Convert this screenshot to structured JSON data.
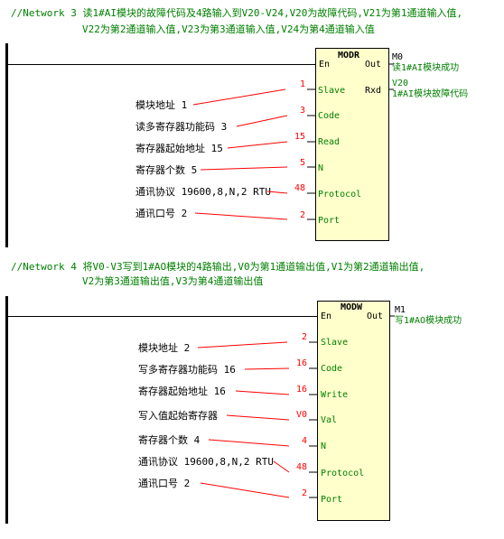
{
  "colors": {
    "comment": "#008000",
    "link": "#ff0000",
    "block_fill": "#ffffcc",
    "rail": "#000000"
  },
  "network3": {
    "comment_line1": "//Network 3   读1#AI模块的故障代码及4路输入到V20-V24,V20为故障代码,V21为第1通道输入值,",
    "comment_line2": "V22为第2通道输入值,V23为第3通道输入值,V24为第4通道输入值",
    "block_name": "MODR",
    "en": "En",
    "out": "Out",
    "rxd": "Rxd",
    "pins": [
      "Slave",
      "Code",
      "Read",
      "N",
      "Protocol",
      "Port"
    ],
    "values": [
      "1",
      "3",
      "15",
      "5",
      "48",
      "2"
    ],
    "annotations": [
      "模块地址 1",
      "读多寄存器功能码 3",
      "寄存器起始地址 15",
      "寄存器个数 5",
      "通讯协议 19600,8,N,2 RTU",
      "通讯口号 2"
    ],
    "out_addr": "M0",
    "out_desc": "读1#AI模块成功",
    "rxd_addr": "V20",
    "rxd_desc": "1#AI模块故障代码"
  },
  "network4": {
    "comment_line1": "//Network 4   将V0-V3写到1#AO模块的4路输出,V0为第1通道输出值,V1为第2通道输出值,",
    "comment_line2": "V2为第3通道输出值,V3为第4通道输出值",
    "block_name": "MODW",
    "en": "En",
    "out": "Out",
    "pins": [
      "Slave",
      "Code",
      "Write",
      "Val",
      "N",
      "Protocol",
      "Port"
    ],
    "values": [
      "2",
      "16",
      "16",
      "V0",
      "4",
      "48",
      "2"
    ],
    "annotations": [
      "模块地址 2",
      "写多寄存器功能码 16",
      "寄存器起始地址 16",
      "写入值起始寄存器",
      "寄存器个数 4",
      "通讯协议 19600,8,N,2 RTU",
      "通讯口号 2"
    ],
    "out_addr": "M1",
    "out_desc": "写1#AO模块成功"
  }
}
